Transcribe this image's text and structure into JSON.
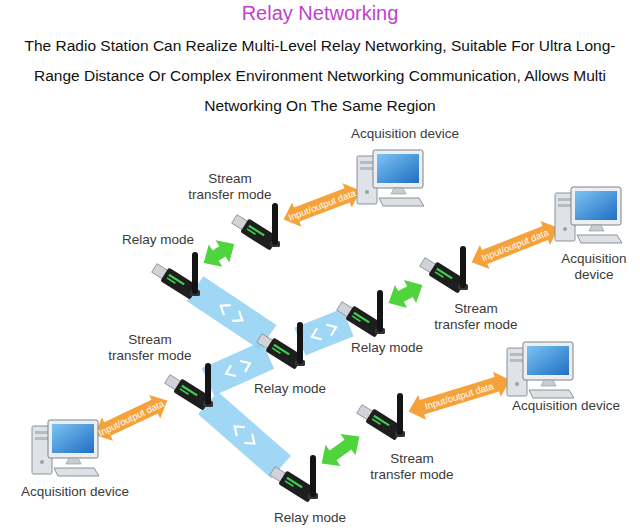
{
  "diagram": {
    "title": "Relay Networking",
    "caption": "The Radio Station Can Realize Multi-Level Relay Networking, Suitable For Ultra Long-Range Distance Or Complex Environment Networking Communication, Allows Multi Networking On The Same Region",
    "nodes": [
      {
        "text": [
          "Acquisition device"
        ]
      },
      {
        "text": [
          "Stream transfer mode"
        ]
      },
      {
        "text": [
          "Acquisition device"
        ]
      },
      {
        "text": [
          "Relay mode"
        ]
      },
      {
        "text": [
          "Stream transfer mode"
        ]
      },
      {
        "text": [
          "Relay mode"
        ]
      },
      {
        "text": [
          "Stream transfer mode"
        ]
      },
      {
        "text": [
          "Relay mode"
        ]
      },
      {
        "text": [
          "Acquisition device"
        ]
      },
      {
        "text": [
          "Stream transfer mode"
        ]
      },
      {
        "text": [
          "Acquisition device"
        ]
      },
      {
        "text": [
          "Relay mode"
        ]
      }
    ],
    "edges": [
      {
        "from": 1,
        "to": 0,
        "arrow": "both",
        "label": "Input/output data"
      },
      {
        "from": 3,
        "to": 1,
        "arrow": "both"
      },
      {
        "from": 4,
        "to": 2,
        "arrow": "both",
        "label": "Input/output data"
      },
      {
        "from": 3,
        "to": 7,
        "arrow": "both"
      },
      {
        "from": 7,
        "to": 5,
        "arrow": "both"
      },
      {
        "from": 5,
        "to": 4,
        "arrow": "both"
      },
      {
        "from": 6,
        "to": 7,
        "arrow": "both"
      },
      {
        "from": 6,
        "to": 10,
        "arrow": "both",
        "label": "Input/output data"
      },
      {
        "from": 6,
        "to": 11,
        "arrow": "both"
      },
      {
        "from": 11,
        "to": 9,
        "arrow": "both"
      },
      {
        "from": 9,
        "to": 8,
        "arrow": "both",
        "label": "Input/output data"
      }
    ]
  }
}
